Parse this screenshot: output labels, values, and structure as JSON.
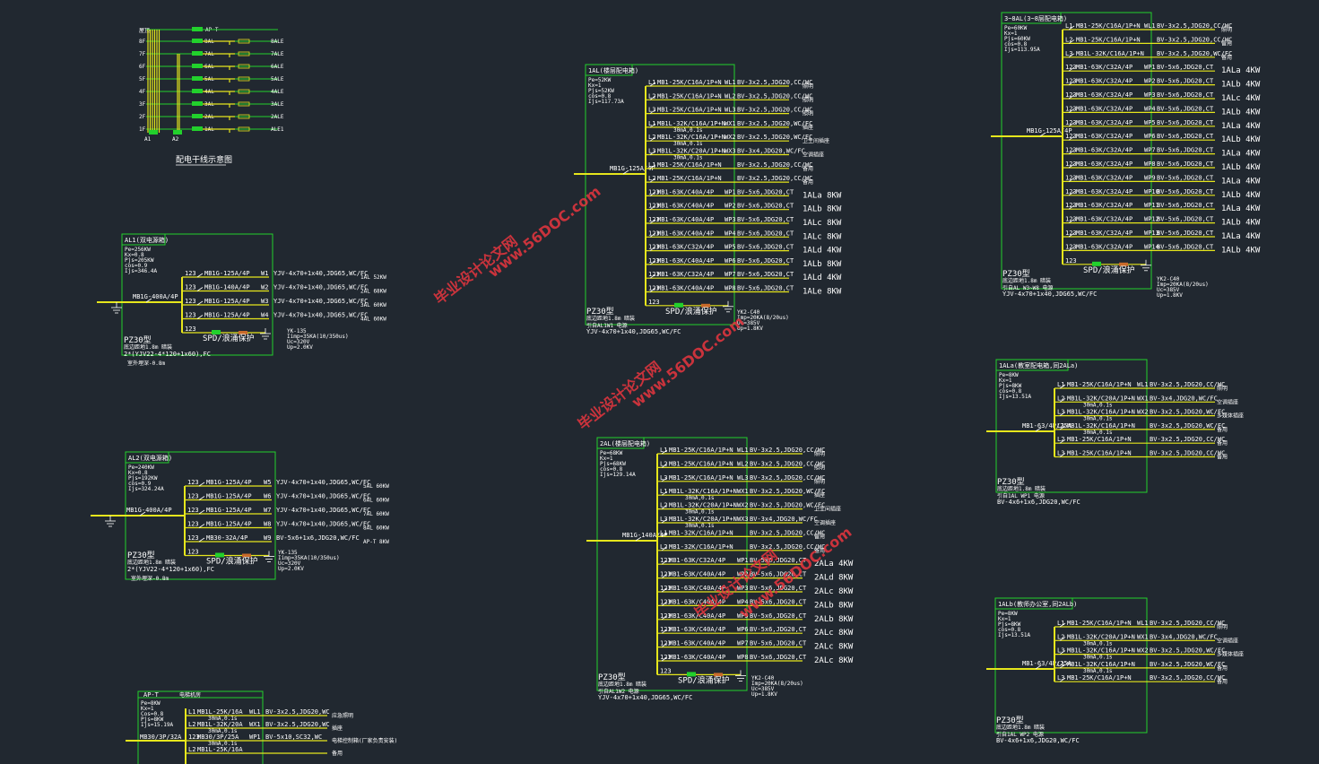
{
  "title": "配电干线示意图",
  "riser": {
    "top": "AP-T",
    "floors": [
      "8F",
      "7F",
      "6F",
      "5F",
      "4F",
      "3F",
      "2F",
      "1F"
    ],
    "boxes": [
      "8AL",
      "7AL",
      "6AL",
      "5AL",
      "4AL",
      "3AL",
      "2AL",
      "1AL"
    ],
    "sub": [
      "8ALE",
      "7ALE",
      "6ALE",
      "5ALE",
      "4ALE",
      "3ALE",
      "2ALE",
      "ALE1"
    ],
    "feeders": [
      "A1",
      "A2"
    ]
  },
  "AL1": {
    "name": "AL1(双电源箱)",
    "params": [
      "Pe=256KW",
      "Kx=0.8",
      "Pjs=205KW",
      "cos=0.9",
      "Ijs=346.4A"
    ],
    "main": "MB1G-400A/4P",
    "circuits": [
      {
        "p": "123",
        "brk": "MB1G-125A/4P",
        "no": "W1",
        "cable": "YJV-4x70+1x40,JDG65,WC/FC",
        "load": "1AL 52KW"
      },
      {
        "p": "123",
        "brk": "MB1G-140A/4P",
        "no": "W2",
        "cable": "YJV-4x70+1x40,JDG65,WC/FC",
        "load": "2AL 68KW"
      },
      {
        "p": "123",
        "brk": "MB1G-125A/4P",
        "no": "W3",
        "cable": "YJV-4x70+1x40,JDG65,WC/FC",
        "load": "3AL 60KW"
      },
      {
        "p": "123",
        "brk": "MB1G-125A/4P",
        "no": "W4",
        "cable": "YJV-4x70+1x40,JDG65,WC/FC",
        "load": "4AL 60KW"
      }
    ],
    "spd_p": "123",
    "spd": "SPD/浪涌保护",
    "spd_spec": [
      "YK-135",
      "Iimp=35KA(10/350us)",
      "Uc=320V",
      "Up=2.0KV"
    ],
    "box": "PZ30型",
    "mount": "底边距地1.8m 暗装",
    "incoming": "2*(YJV22-4*120+1x60),FC",
    "note": "室外埋深-0.8m"
  },
  "AL2": {
    "name": "AL2(双电源箱)",
    "params": [
      "Pe=240KW",
      "Kx=0.8",
      "Pjs=192KW",
      "cos=0.9",
      "Ijs=324.24A"
    ],
    "main": "MB1G-400A/4P",
    "circuits": [
      {
        "p": "123",
        "brk": "MB1G-125A/4P",
        "no": "W5",
        "cable": "YJV-4x70+1x40,JDG65,WC/FC",
        "load": "5AL 60KW"
      },
      {
        "p": "123",
        "brk": "MB1G-125A/4P",
        "no": "W6",
        "cable": "YJV-4x70+1x40,JDG65,WC/FC",
        "load": "6AL 60KW"
      },
      {
        "p": "123",
        "brk": "MB1G-125A/4P",
        "no": "W7",
        "cable": "YJV-4x70+1x40,JDG65,WC/FC",
        "load": "7AL 60KW"
      },
      {
        "p": "123",
        "brk": "MB1G-125A/4P",
        "no": "W8",
        "cable": "YJV-4x70+1x40,JDG65,WC/FC",
        "load": "8AL 60KW"
      },
      {
        "p": "123",
        "brk": "MB30-32A/4P",
        "no": "W9",
        "cable": "BV-5x6+1x6,JDG20,WC/FC",
        "load": "AP-T 8KW"
      }
    ],
    "spd_p": "123",
    "spd": "SPD/浪涌保护",
    "spd_spec": [
      "YK-135",
      "Iimp=35KA(10/350us)",
      "Uc=320V",
      "Up=2.0KV"
    ],
    "box": "PZ30型",
    "mount": "底边距地1.8m 暗装",
    "incoming": "2*(YJV22-4*120+1x60),FC",
    "note": "室外埋深-0.8m"
  },
  "APT": {
    "name": "AP-T",
    "subtitle": "电梯机房",
    "params": [
      "Pe=8KW",
      "Kx=1",
      "Cos=0.8",
      "Pjs=8KW",
      "Ijs=15.19A"
    ],
    "main": "MB30/3P/32A",
    "circuits": [
      {
        "p": "L1",
        "brk": "MB1L-25K/16A",
        "no": "WL1",
        "cable": "BV-3x2.5,JDG20,WC",
        "load": "应急照明"
      },
      {
        "p": "L2",
        "brk": "MB1L-32K/20A",
        "no": "WX1",
        "cable": "BV-3x2.5,JDG20,WC",
        "load": "插座"
      },
      {
        "p": "123",
        "brk": "MB30/3P/25A",
        "no": "WP1",
        "cable": "BV-5x10,SC32,WC",
        "load": "电梯控制箱(厂家负责安装)"
      },
      {
        "p": "L2",
        "brk": "MB1L-25K/16A",
        "no": "",
        "cable": "",
        "load": "备用"
      }
    ],
    "rcd": "30mA,0.1s"
  },
  "AL1F": {
    "name": "1AL(楼层配电箱)",
    "params": [
      "Pe=52KW",
      "Kx=1",
      "Pjs=52KW",
      "cos=0.8",
      "Ijs=117.73A"
    ],
    "main": "MB1G-125A/4P",
    "circuits": [
      {
        "p": "L1",
        "brk": "MB1-25K/C16A/1P+N",
        "no": "WL1",
        "cable": "BV-3x2.5,JDG20,CC/WC",
        "load": "照明"
      },
      {
        "p": "L2",
        "brk": "MB1-25K/C16A/1P+N",
        "no": "WL2",
        "cable": "BV-3x2.5,JDG20,CC/WC",
        "load": "照明"
      },
      {
        "p": "L3",
        "brk": "MB1-25K/C16A/1P+N",
        "no": "WL3",
        "cable": "BV-3x2.5,JDG20,CC/WC",
        "load": "照明"
      },
      {
        "p": "L1",
        "brk": "MB1L-32K/C16A/1P+N",
        "no": "WX1",
        "cable": "BV-3x2.5,JDG20,WC/FC",
        "load": "插座"
      },
      {
        "p": "L2",
        "brk": "MB1L-32K/C16A/1P+N",
        "no": "WX2",
        "cable": "BV-3x2.5,JDG20,WC/FC",
        "load": "卫生间插座"
      },
      {
        "p": "L3",
        "brk": "MB1L-32K/C20A/1P+N",
        "no": "WX3",
        "cable": "BV-3x4,JDG20,WC/FC",
        "load": "空调插座"
      },
      {
        "p": "L1",
        "brk": "MB1-25K/C16A/1P+N",
        "no": "",
        "cable": "BV-3x2.5,JDG20,CC/WC",
        "load": "备用"
      },
      {
        "p": "L2",
        "brk": "MB1-25K/C16A/1P+N",
        "no": "",
        "cable": "BV-3x2.5,JDG20,CC/WC",
        "load": "备用"
      },
      {
        "p": "123",
        "brk": "MB1-63K/C40A/4P",
        "no": "WP1",
        "cable": "BV-5x6,JDG20,CT",
        "load": "1ALa 8KW"
      },
      {
        "p": "123",
        "brk": "MB1-63K/C40A/4P",
        "no": "WP2",
        "cable": "BV-5x6,JDG20,CT",
        "load": "1ALb 8KW"
      },
      {
        "p": "123",
        "brk": "MB1-63K/C40A/4P",
        "no": "WP3",
        "cable": "BV-5x6,JDG20,CT",
        "load": "1ALc 8KW"
      },
      {
        "p": "123",
        "brk": "MB1-63K/C40A/4P",
        "no": "WP4",
        "cable": "BV-5x6,JDG20,CT",
        "load": "1ALc 8KW"
      },
      {
        "p": "123",
        "brk": "MB1-63K/C32A/4P",
        "no": "WP5",
        "cable": "BV-5x6,JDG20,CT",
        "load": "1ALd 4KW"
      },
      {
        "p": "123",
        "brk": "MB1-63K/C40A/4P",
        "no": "WP6",
        "cable": "BV-5x6,JDG20,CT",
        "load": "1ALb 8KW"
      },
      {
        "p": "123",
        "brk": "MB1-63K/C32A/4P",
        "no": "WP7",
        "cable": "BV-5x6,JDG20,CT",
        "load": "1ALd 4KW"
      },
      {
        "p": "123",
        "brk": "MB1-63K/C40A/4P",
        "no": "WP8",
        "cable": "BV-5x6,JDG20,CT",
        "load": "1ALe 8KW"
      }
    ],
    "rcd": "30mA,0.1s",
    "spd_p": "123",
    "spd": "SPD/浪涌保护",
    "spd_spec": [
      "YK2-C40",
      "Imp=20KA(8/20us)",
      "Uc=385V",
      "Up=1.8KV"
    ],
    "box": "PZ30型",
    "mount": "底边距地1.8m 暗装",
    "incoming": "引自AL1W1 电源",
    "cable": "YJV-4x70+1x40,JDG65,WC/FC"
  },
  "AL2F": {
    "name": "2AL(楼层配电箱)",
    "params": [
      "Pe=68KW",
      "Kx=1",
      "Pjs=68KW",
      "cos=0.8",
      "Ijs=129.14A"
    ],
    "main": "MB1G-140A/4P",
    "circuits": [
      {
        "p": "L1",
        "brk": "MB1-25K/C16A/1P+N",
        "no": "WL1",
        "cable": "BV-3x2.5,JDG20,CC/WC",
        "load": "照明"
      },
      {
        "p": "L2",
        "brk": "MB1-25K/C16A/1P+N",
        "no": "WL2",
        "cable": "BV-3x2.5,JDG20,CC/WC",
        "load": "照明"
      },
      {
        "p": "L3",
        "brk": "MB1-25K/C16A/1P+N",
        "no": "WL3",
        "cable": "BV-3x2.5,JDG20,CC/WC",
        "load": "照明"
      },
      {
        "p": "L1",
        "brk": "MB1L-32K/C16A/1P+N",
        "no": "WX1",
        "cable": "BV-3x2.5,JDG20,WC/FC",
        "load": "插座"
      },
      {
        "p": "L2",
        "brk": "MB1L-32K/C20A/1P+N",
        "no": "WX2",
        "cable": "BV-3x2.5,JDG20,WC/FC",
        "load": "卫生间插座"
      },
      {
        "p": "L3",
        "brk": "MB1L-32K/C20A/1P+N",
        "no": "WX3",
        "cable": "BV-3x4,JDG20,WC/FC",
        "load": "空调插座"
      },
      {
        "p": "L1",
        "brk": "MB1-32K/C16A/1P+N",
        "no": "",
        "cable": "BV-3x2.5,JDG20,CC/WC",
        "load": "备用"
      },
      {
        "p": "L2",
        "brk": "MB1-32K/C16A/1P+N",
        "no": "",
        "cable": "BV-3x2.5,JDG20,CC/WC",
        "load": "备用"
      },
      {
        "p": "123",
        "brk": "MB1-63K/C32A/4P",
        "no": "WP1",
        "cable": "BV-5x6,JDG20,CT",
        "load": "2ALa 4KW"
      },
      {
        "p": "123",
        "brk": "MB1-63K/C40A/4P",
        "no": "WP2",
        "cable": "BV-5x6,JDG20,CT",
        "load": "2ALd 8KW"
      },
      {
        "p": "123",
        "brk": "MB1-63K/C40A/4P",
        "no": "WP3",
        "cable": "BV-5x6,JDG20,CT",
        "load": "2ALc 8KW"
      },
      {
        "p": "123",
        "brk": "MB1-63K/C40A/4P",
        "no": "WP4",
        "cable": "BV-5x6,JDG20,CT",
        "load": "2ALb 8KW"
      },
      {
        "p": "123",
        "brk": "MB1-63K/C40A/4P",
        "no": "WP5",
        "cable": "BV-5x6,JDG20,CT",
        "load": "2ALb 8KW"
      },
      {
        "p": "123",
        "brk": "MB1-63K/C40A/4P",
        "no": "WP6",
        "cable": "BV-5x6,JDG20,CT",
        "load": "2ALc 8KW"
      },
      {
        "p": "123",
        "brk": "MB1-63K/C40A/4P",
        "no": "WP7",
        "cable": "BV-5x6,JDG20,CT",
        "load": "2ALc 8KW"
      },
      {
        "p": "123",
        "brk": "MB1-63K/C40A/4P",
        "no": "WP8",
        "cable": "BV-5x6,JDG20,CT",
        "load": "2ALc 8KW"
      }
    ],
    "rcd": "30mA,0.1s",
    "spd_p": "123",
    "spd": "SPD/浪涌保护",
    "spd_spec": [
      "YK2-C40",
      "Imp=20KA(8/20us)",
      "Uc=385V",
      "Up=1.8KV"
    ],
    "box": "PZ30型",
    "mount": "底边距地1.8m 暗装",
    "incoming": "引自AL1W2 电源",
    "cable": "YJV-4x70+1x40,JDG65,WC/FC"
  },
  "AL38": {
    "name": "3~8AL(3~8层配电箱)",
    "params": [
      "Pe=60KW",
      "Kx=1",
      "Pjs=60KW",
      "cos=0.8",
      "Ijs=113.95A"
    ],
    "main": "MB1G-125A/4P",
    "circuits": [
      {
        "p": "L1",
        "brk": "MB1-25K/C16A/1P+N",
        "no": "WL1",
        "cable": "BV-3x2.5,JDG20,CC/WC",
        "load": "照明"
      },
      {
        "p": "L2",
        "brk": "MB1-25K/C16A/1P+N",
        "no": "",
        "cable": "BV-3x2.5,JDG20,CC/WC",
        "load": "备用"
      },
      {
        "p": "L3",
        "brk": "MB1L-32K/C16A/1P+N",
        "no": "",
        "cable": "BV-3x2.5,JDG20,WC/FC",
        "load": "备用"
      },
      {
        "p": "123",
        "brk": "MB1-63K/C32A/4P",
        "no": "WP1",
        "cable": "BV-5x6,JDG20,CT",
        "load": "1ALa 4KW"
      },
      {
        "p": "123",
        "brk": "MB1-63K/C32A/4P",
        "no": "WP2",
        "cable": "BV-5x6,JDG20,CT",
        "load": "1ALb 4KW"
      },
      {
        "p": "123",
        "brk": "MB1-63K/C32A/4P",
        "no": "WP3",
        "cable": "BV-5x6,JDG20,CT",
        "load": "1ALc 4KW"
      },
      {
        "p": "123",
        "brk": "MB1-63K/C32A/4P",
        "no": "WP4",
        "cable": "BV-5x6,JDG20,CT",
        "load": "1ALb 4KW"
      },
      {
        "p": "123",
        "brk": "MB1-63K/C32A/4P",
        "no": "WP5",
        "cable": "BV-5x6,JDG20,CT",
        "load": "1ALa 4KW"
      },
      {
        "p": "123",
        "brk": "MB1-63K/C32A/4P",
        "no": "WP6",
        "cable": "BV-5x6,JDG20,CT",
        "load": "1ALb 4KW"
      },
      {
        "p": "123",
        "brk": "MB1-63K/C32A/4P",
        "no": "WP7",
        "cable": "BV-5x6,JDG20,CT",
        "load": "1ALa 4KW"
      },
      {
        "p": "123",
        "brk": "MB1-63K/C32A/4P",
        "no": "WP8",
        "cable": "BV-5x6,JDG20,CT",
        "load": "1ALb 4KW"
      },
      {
        "p": "123",
        "brk": "MB1-63K/C32A/4P",
        "no": "WP9",
        "cable": "BV-5x6,JDG20,CT",
        "load": "1ALa 4KW"
      },
      {
        "p": "123",
        "brk": "MB1-63K/C32A/4P",
        "no": "WP10",
        "cable": "BV-5x6,JDG20,CT",
        "load": "1ALb 4KW"
      },
      {
        "p": "123",
        "brk": "MB1-63K/C32A/4P",
        "no": "WP11",
        "cable": "BV-5x6,JDG20,CT",
        "load": "1ALa 4KW"
      },
      {
        "p": "123",
        "brk": "MB1-63K/C32A/4P",
        "no": "WP12",
        "cable": "BV-5x6,JDG20,CT",
        "load": "1ALb 4KW"
      },
      {
        "p": "123",
        "brk": "MB1-63K/C32A/4P",
        "no": "WP13",
        "cable": "BV-5x6,JDG20,CT",
        "load": "1ALa 4KW"
      },
      {
        "p": "123",
        "brk": "MB1-63K/C32A/4P",
        "no": "WP14",
        "cable": "BV-5x6,JDG20,CT",
        "load": "1ALb 4KW"
      }
    ],
    "spd_p": "123",
    "spd": "SPD/浪涌保护",
    "spd_spec": [
      "YK2-C40",
      "Imp=20KA(8/20us)",
      "Uc=385V",
      "Up=1.8KV"
    ],
    "box": "PZ30型",
    "mount": "底边距地1.8m 暗装",
    "incoming": "引自AL W3~W8 电源",
    "cable": "YJV-4x70+1x40,JDG65,WC/FC"
  },
  "ALa": {
    "name": "1ALa(教室配电箱,同2ALa)",
    "params": [
      "Pe=8KW",
      "Kx=1",
      "Pjs=8KW",
      "cos=0.8",
      "Ijs=13.51A"
    ],
    "main": "MB1-63/4P/25A",
    "circuits": [
      {
        "p": "L1",
        "brk": "MB1-25K/C16A/1P+N",
        "no": "WL1",
        "cable": "BV-3x2.5,JDG20,CC/WC",
        "load": "照明"
      },
      {
        "p": "L2",
        "brk": "MB1L-32K/C20A/1P+N",
        "no": "WX1",
        "cable": "BV-3x4,JDG20,WC/FC",
        "load": "空调插座"
      },
      {
        "p": "L3",
        "brk": "MB1L-32K/C16A/1P+N",
        "no": "WX2",
        "cable": "BV-3x2.5,JDG20,WC/FC",
        "load": "多媒体插座"
      },
      {
        "p": "L1",
        "brk": "MB1L-32K/C16A/1P+N",
        "no": "",
        "cable": "BV-3x2.5,JDG20,WC/FC",
        "load": "备用"
      },
      {
        "p": "L2",
        "brk": "MB1-25K/C16A/1P+N",
        "no": "",
        "cable": "BV-3x2.5,JDG20,CC/WC",
        "load": "备用"
      },
      {
        "p": "L3",
        "brk": "MB1-25K/C16A/1P+N",
        "no": "",
        "cable": "BV-3x2.5,JDG20,CC/WC",
        "load": "备用"
      }
    ],
    "rcd": "30mA,0.1s",
    "box": "PZ30型",
    "mount": "底边距地1.8m 暗装",
    "incoming": "引自1AL WP1 电源",
    "cable": "BV-4x6+1x6,JDG20,WC/FC"
  },
  "ALb": {
    "name": "1ALb(教师办公室,同2ALb)",
    "params": [
      "Pe=8KW",
      "Kx=1",
      "Pjs=8KW",
      "cos=0.8",
      "Ijs=13.51A"
    ],
    "main": "MB1-63/4P/25A",
    "circuits": [
      {
        "p": "L1",
        "brk": "MB1-25K/C16A/1P+N",
        "no": "WL1",
        "cable": "BV-3x2.5,JDG20,CC/WC",
        "load": "照明"
      },
      {
        "p": "L2",
        "brk": "MB1L-32K/C20A/1P+N",
        "no": "WX1",
        "cable": "BV-3x4,JDG20,WC/FC",
        "load": "空调插座"
      },
      {
        "p": "L3",
        "brk": "MB1L-32K/C16A/1P+N",
        "no": "WX2",
        "cable": "BV-3x2.5,JDG20,WC/FC",
        "load": "多媒体插座"
      },
      {
        "p": "L1",
        "brk": "MB1L-32K/C16A/1P+N",
        "no": "",
        "cable": "BV-3x2.5,JDG20,WC/FC",
        "load": "备用"
      },
      {
        "p": "L3",
        "brk": "MB1-25K/C16A/1P+N",
        "no": "",
        "cable": "BV-3x2.5,JDG20,CC/WC",
        "load": "备用"
      }
    ],
    "rcd": "30mA,0.1s",
    "box": "PZ30型",
    "mount": "底边距地1.8m 暗装",
    "incoming": "引自1AL WP2 电源",
    "cable": "BV-4x6+1x6,JDG20,WC/FC"
  },
  "watermark": {
    "cn": "毕业设计论文网",
    "url": "www.56DOC.com"
  },
  "colors": {
    "background": "#212830",
    "frame": "#22d12c",
    "bus": "#e6e61c",
    "text": "#ffffff",
    "watermark": "#e8363f"
  }
}
